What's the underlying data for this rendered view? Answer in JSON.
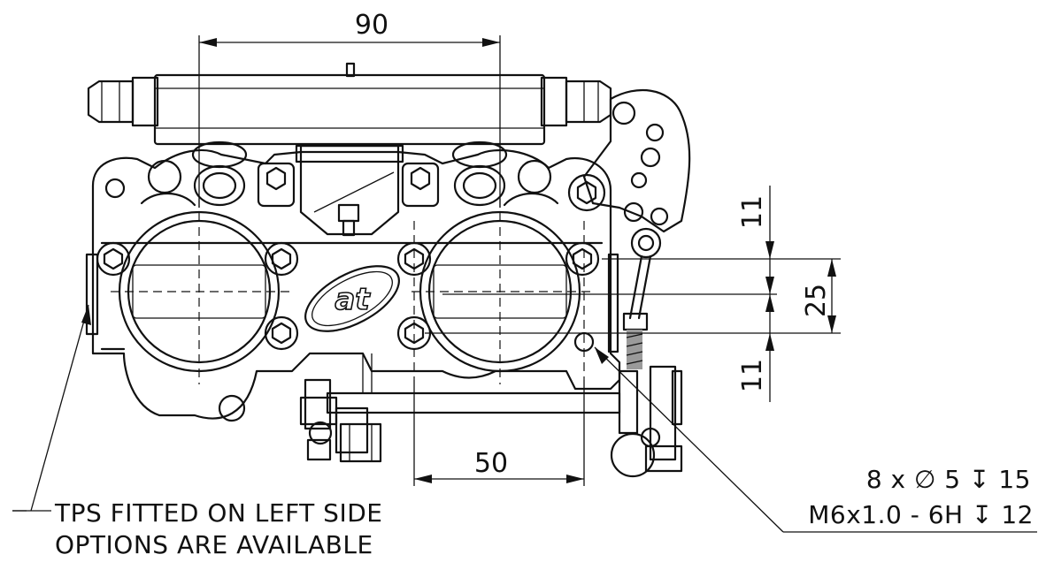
{
  "dimensions": {
    "top_width": "90",
    "bottom_width": "50",
    "upper_vertical": "11",
    "middle_vertical": "25",
    "lower_vertical": "11"
  },
  "notes": {
    "tps_line1": "TPS FITTED ON LEFT SIDE",
    "tps_line2": "OPTIONS ARE AVAILABLE",
    "holes_line1": "8 x ∅ 5 ↧ 15",
    "holes_line2": "M6x1.0 - 6H ↧ 12"
  },
  "logo": {
    "text": "at"
  }
}
